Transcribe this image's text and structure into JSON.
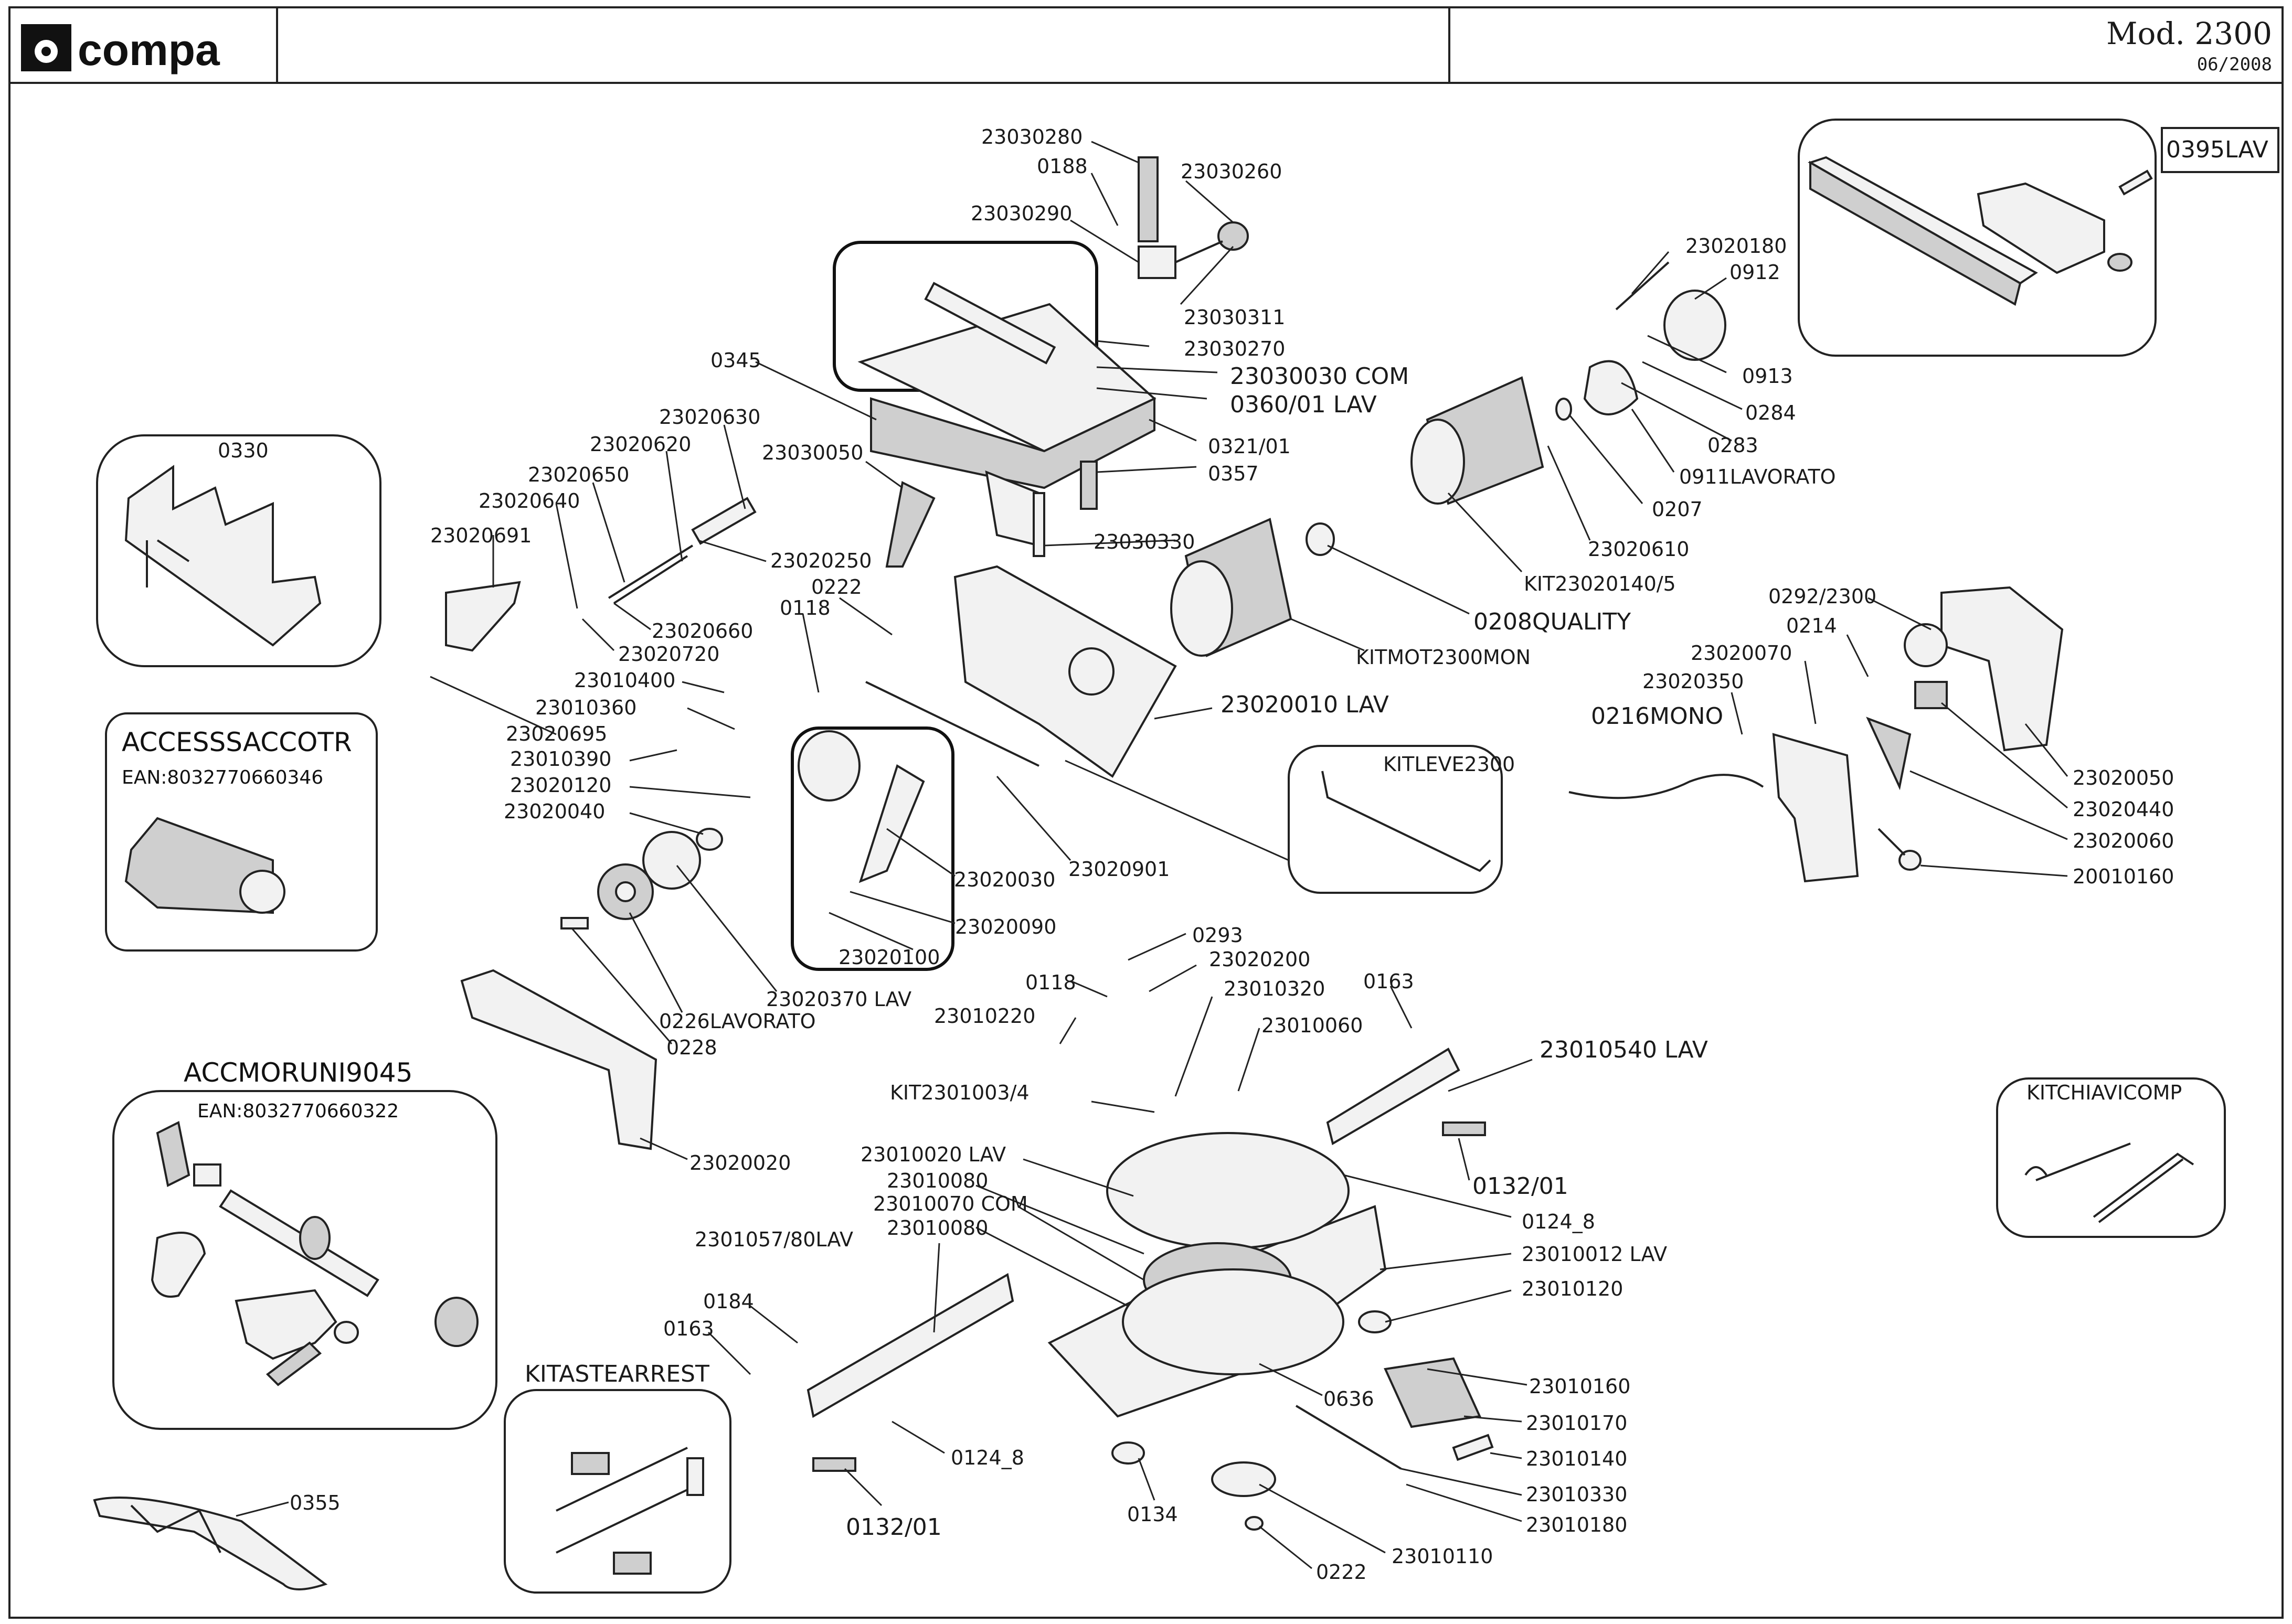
{
  "header": {
    "brand": "compa",
    "model": "Mod. 2300",
    "date": "06/2008"
  },
  "boxes": {
    "b330": "0330",
    "b395": "0395LAV",
    "access": {
      "title": "ACCESSSACCOTR",
      "ean": "EAN:8032770660346"
    },
    "accmor": {
      "title": "ACCMORUNI9045",
      "ean": "EAN:8032770660322"
    },
    "kitaste": "KITASTEARREST",
    "kitleve": "KITLEVE2300",
    "kitchiavi": "KITCHIAVICOMP"
  },
  "labels": {
    "l01": "23030280",
    "l02": "0188",
    "l03": "23030260",
    "l04": "23030290",
    "l05": "23030311",
    "l06": "23030270",
    "l07": "23030030 COM",
    "l08": "0360/01 LAV",
    "l09": "0345",
    "l10": "0321/01",
    "l11": "0357",
    "l12": "23030050",
    "l13": "23030330",
    "l14": "23020630",
    "l15": "23020620",
    "l16": "23020650",
    "l17": "23020640",
    "l18": "23020691",
    "l19": "23020250",
    "l20": "23020660",
    "l21": "23020720",
    "l22": "0222",
    "l23": "0118",
    "l24": "23010400",
    "l25": "23010360",
    "l26": "23020695",
    "l27": "23010390",
    "l28": "23020120",
    "l29": "23020040",
    "l30": "23020030",
    "l31": "23020901",
    "l32": "23020090",
    "l33": "23020100",
    "l34": "23020370 LAV",
    "l35": "0226LAVORATO",
    "l36": "0228",
    "l37": "23020020",
    "l38": "23020010 LAV",
    "l39": "23020180",
    "l40": "0912",
    "l41": "0913",
    "l42": "0284",
    "l43": "0283",
    "l44": "0911LAVORATO",
    "l45": "0207",
    "l46": "23020610",
    "l47": "KIT23020140/5",
    "l48": "0208QUALITY",
    "l49": "KITMOT2300MON",
    "l50": "0292/2300",
    "l51": "0214",
    "l52": "23020070",
    "l53": "23020350",
    "l54": "0216MONO",
    "l55": "23020050",
    "l56": "23020440",
    "l57": "23020060",
    "l58": "20010160",
    "l59": "0293",
    "l60": "23020200",
    "l61": "0118",
    "l62": "23010320",
    "l63": "23010220",
    "l64": "23010060",
    "l65": "0163",
    "l66": "23010540 LAV",
    "l67": "KIT2301003/4",
    "l68": "0132/01",
    "l69": "23010020 LAV",
    "l70": "23010080",
    "l71": "23010070 COM",
    "l72": "23010080",
    "l73": "0124_8",
    "l74": "23010012 LAV",
    "l75": "2301057/80LAV",
    "l76": "23010120",
    "l77": "0184",
    "l78": "0163",
    "l79": "0636",
    "l80": "23010160",
    "l81": "23010170",
    "l82": "23010140",
    "l83": "0124_8",
    "l84": "0132/01",
    "l85": "0134",
    "l86": "23010330",
    "l87": "23010180",
    "l88": "23010110",
    "l89": "0222",
    "l90": "0355"
  }
}
